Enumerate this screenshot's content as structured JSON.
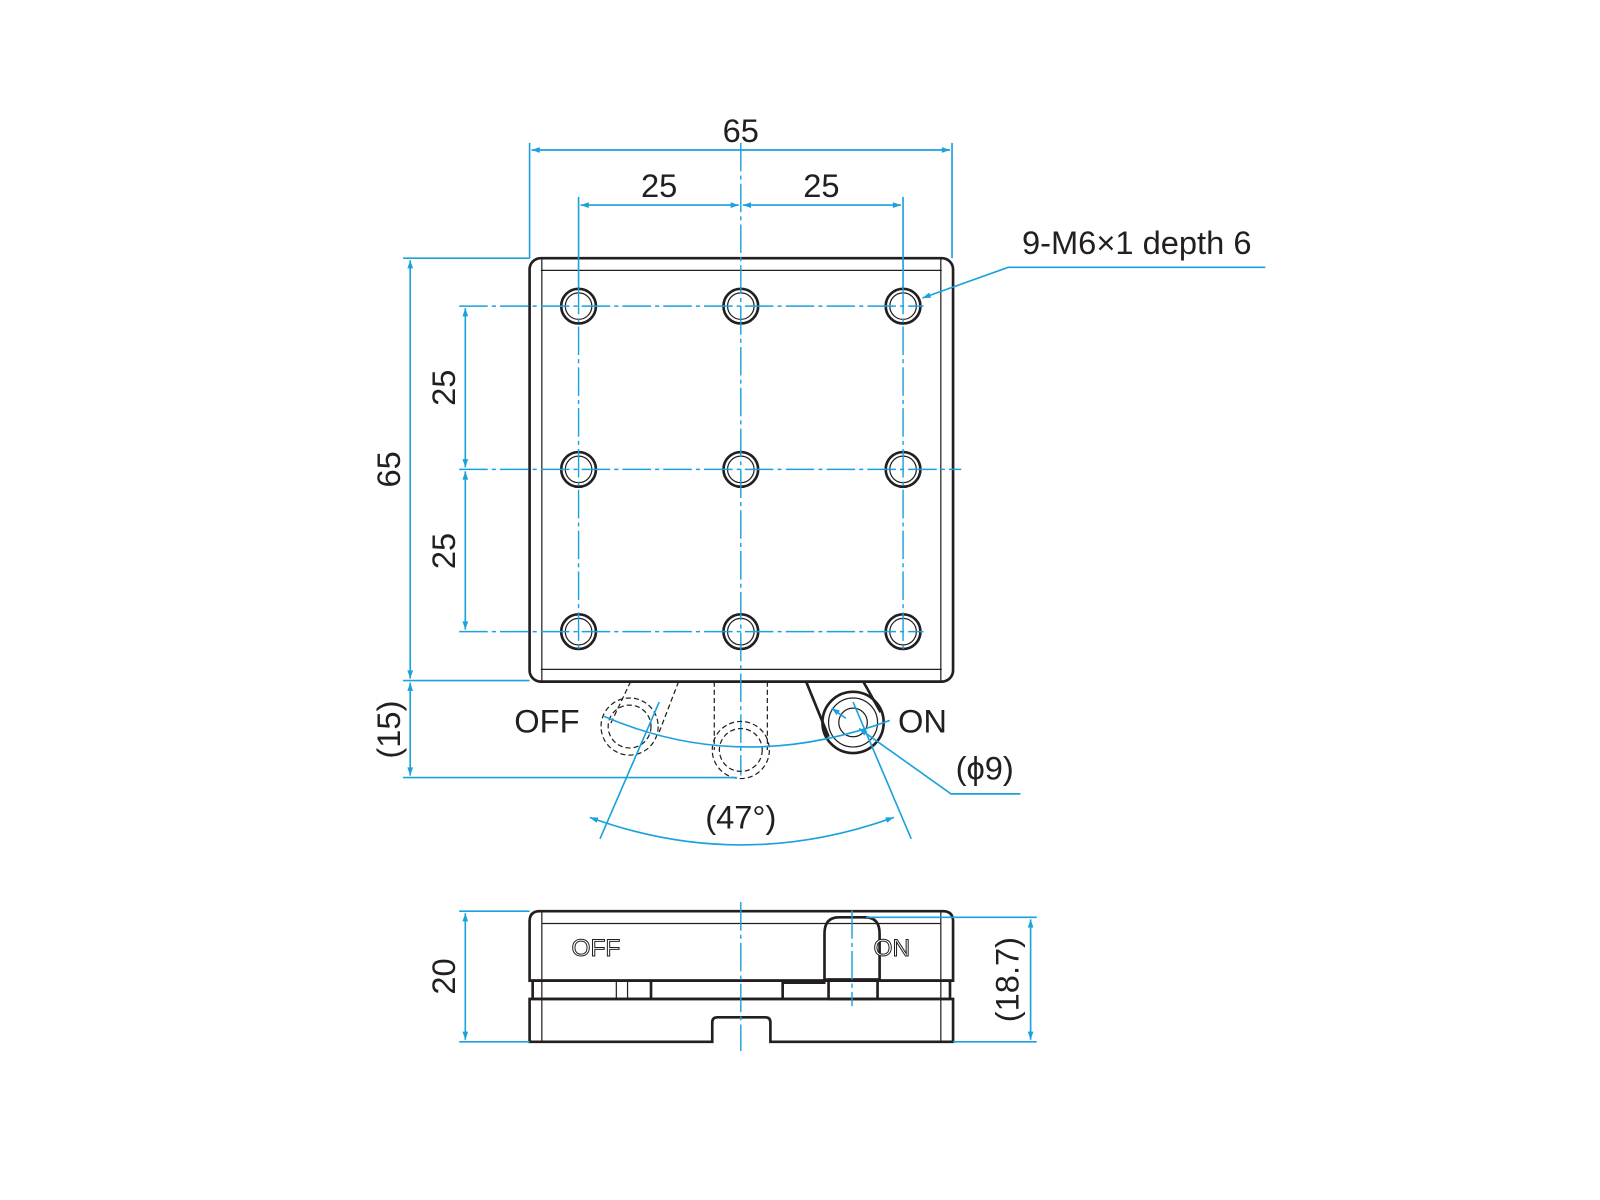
{
  "top_view": {
    "overall_width": "65",
    "hole_pitch_x_left": "25",
    "hole_pitch_x_right": "25",
    "overall_height": "65",
    "hole_pitch_y_top": "25",
    "hole_pitch_y_bottom": "25",
    "lever_offset": "(15)",
    "hole_callout": "9-M6×1 depth 6",
    "lever_off_label": "OFF",
    "lever_on_label": "ON",
    "knob_diameter": "(ϕ9)",
    "lever_angle": "(47°)"
  },
  "side_view": {
    "height": "20",
    "knob_height": "(18.7)",
    "engraved_off": "OFF",
    "engraved_on": "ON"
  },
  "colors": {
    "dimension": "#1ba1dc",
    "outline": "#231f20"
  }
}
